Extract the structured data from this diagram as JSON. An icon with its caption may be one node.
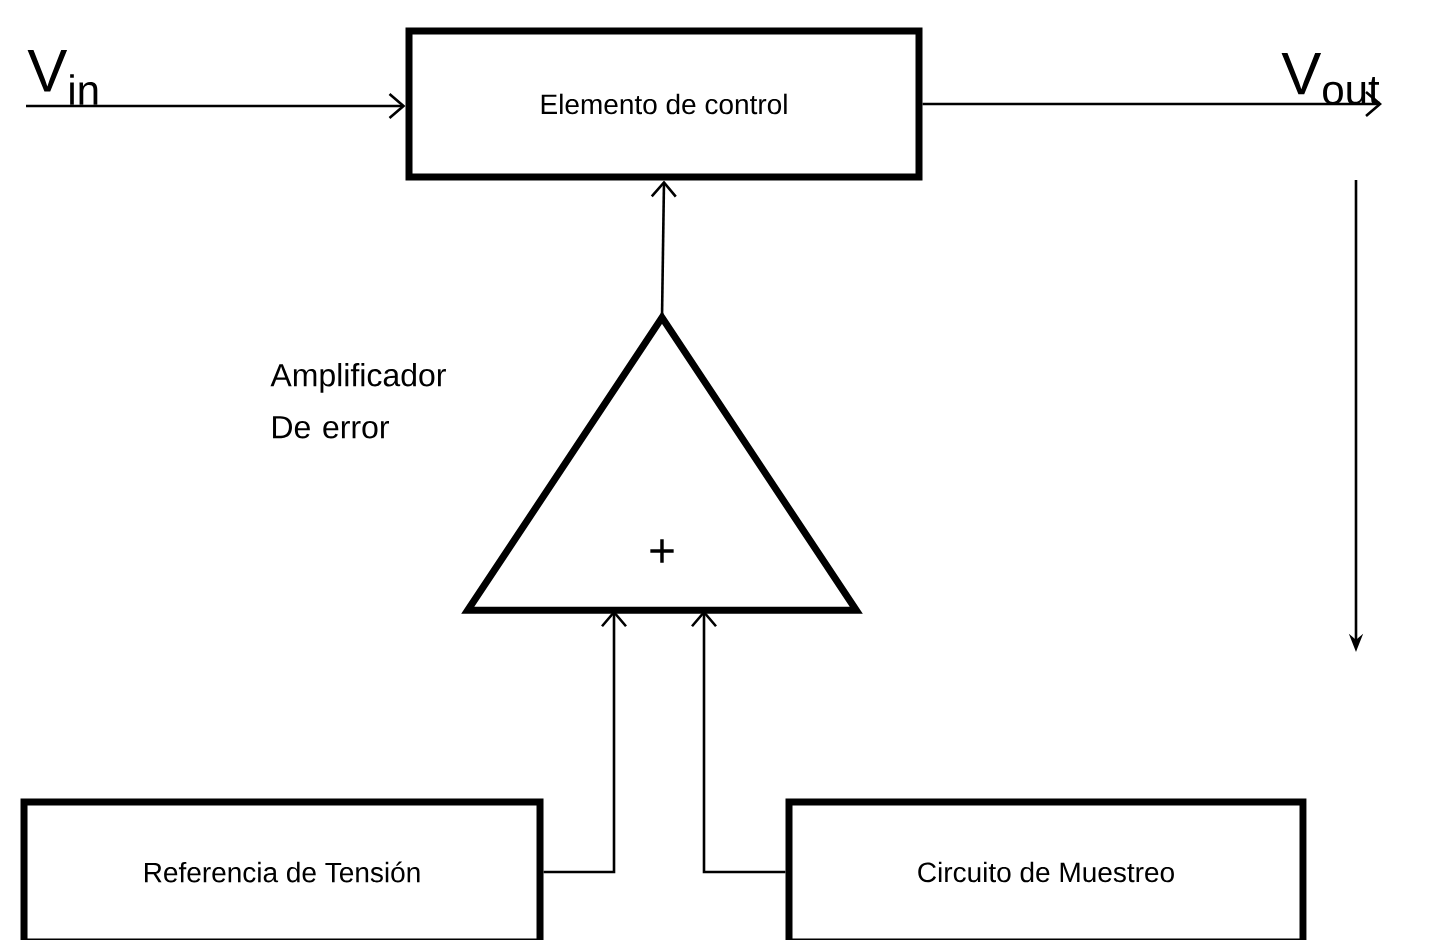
{
  "diagram": {
    "nodes": [
      {
        "text": [
          "V$_{in}$"
        ]
      },
      {
        "text": [
          "Elemento de control"
        ]
      },
      {
        "text": [
          "V$_{out}$"
        ]
      },
      {
        "text": [
          "+"
        ],
        "beside": [
          "Amplificador De error"
        ]
      },
      {
        "text": [
          "Referencia de Tensión"
        ]
      },
      {
        "text": [
          "Circuito de Muestreo"
        ]
      }
    ],
    "edges": [
      {
        "from": 0,
        "to": 1,
        "arrow": "to"
      },
      {
        "from": 1,
        "to": 2,
        "arrow": "to"
      },
      {
        "from": 3,
        "to": 1,
        "arrow": "to"
      },
      {
        "from": 4,
        "to": 3,
        "arrow": "to"
      },
      {
        "from": 5,
        "to": 3,
        "arrow": "to"
      }
    ]
  }
}
